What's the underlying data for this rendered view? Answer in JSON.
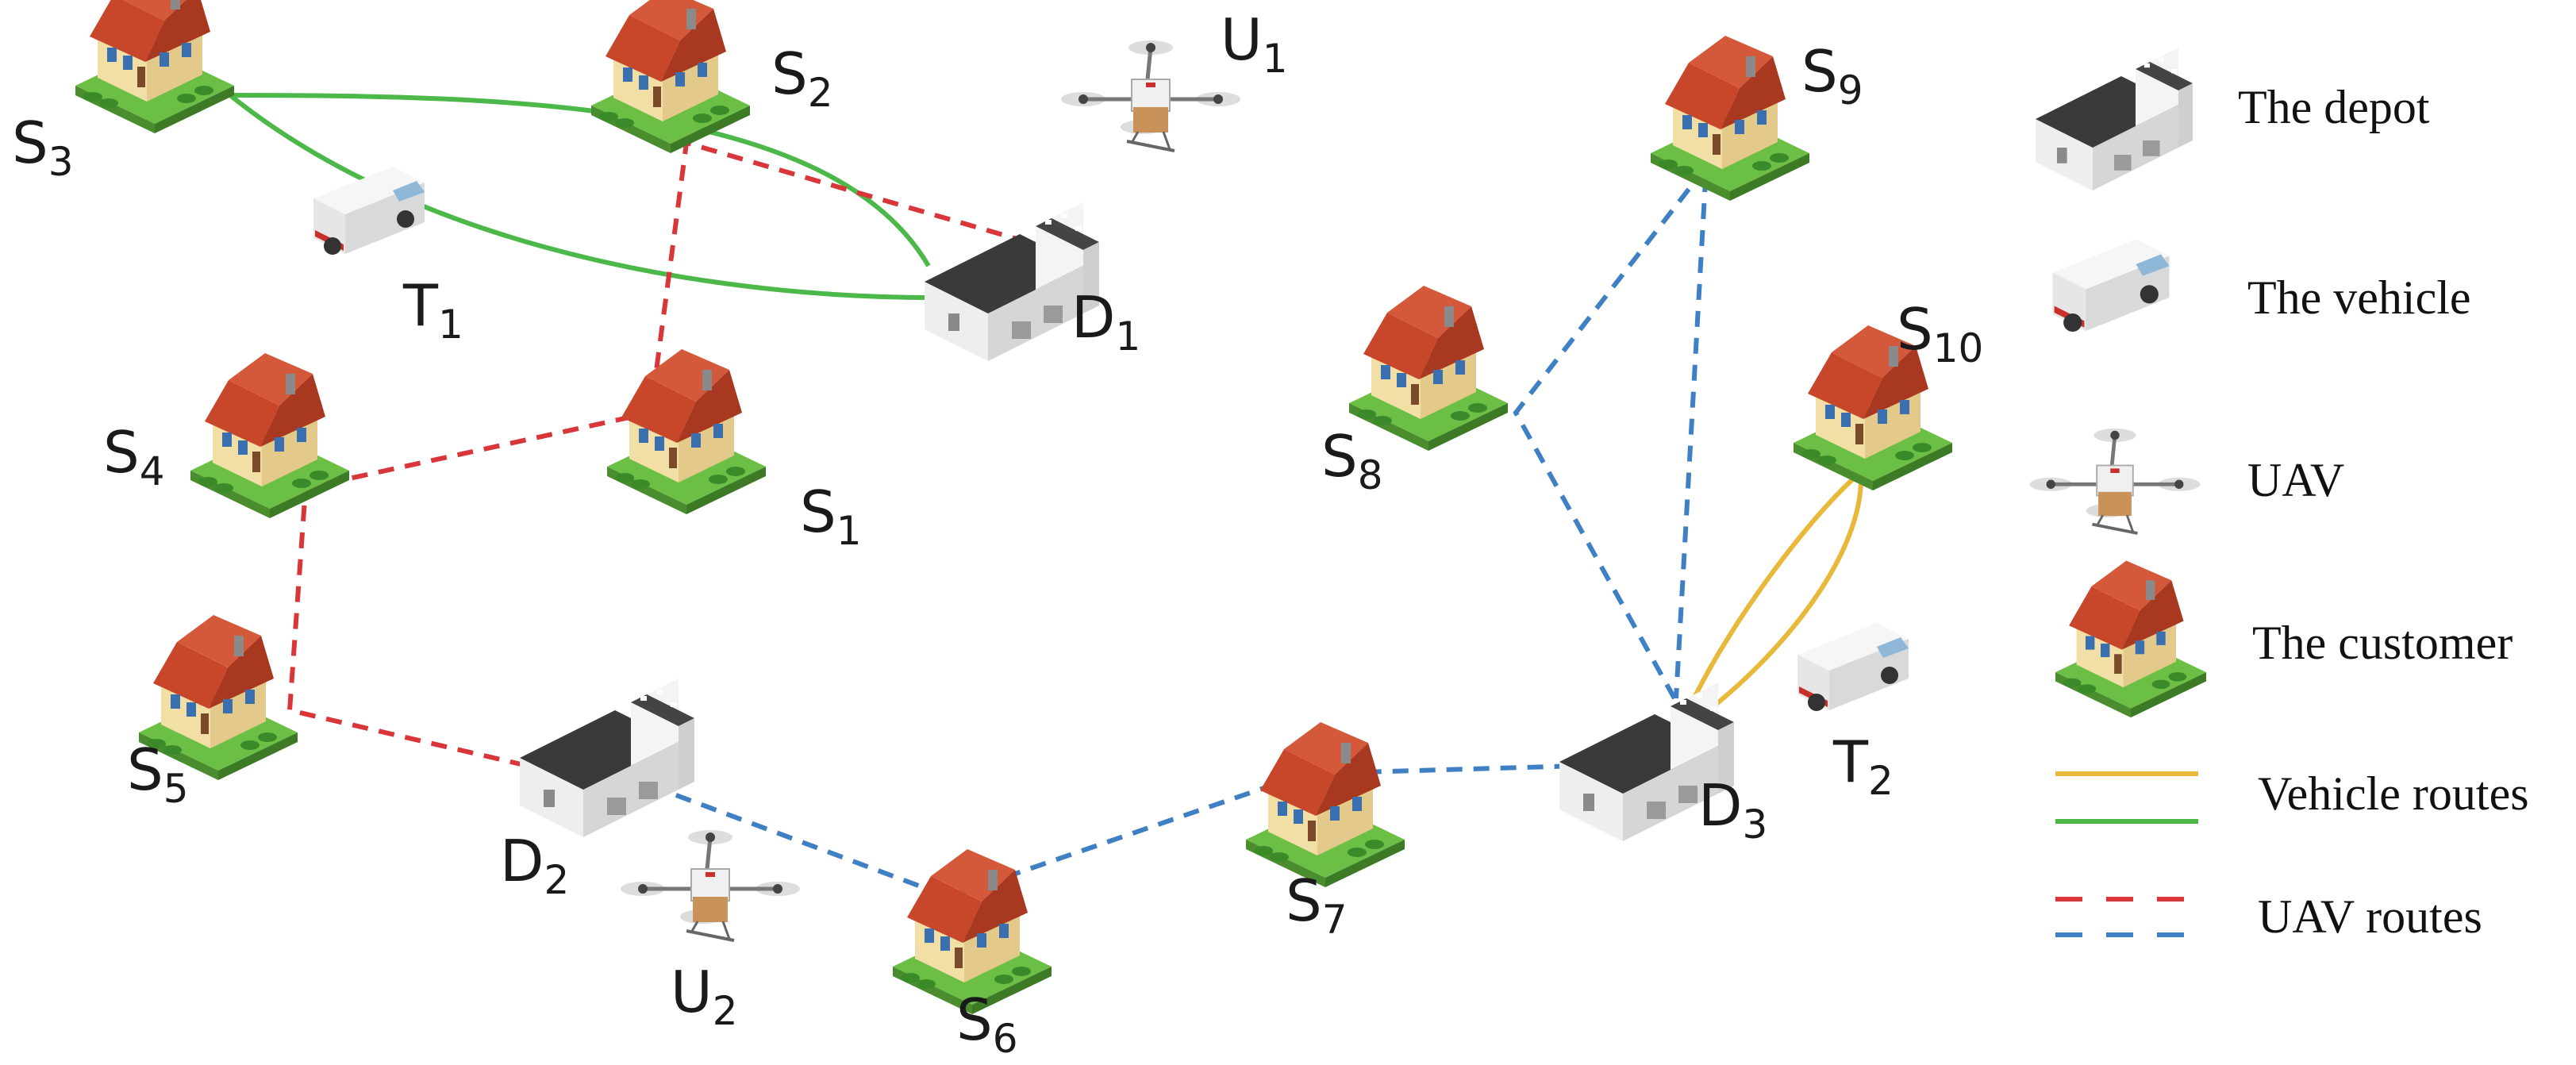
{
  "colors": {
    "vehicle_yellow": "#e8b83a",
    "vehicle_green": "#4cb84a",
    "uav_red": "#d9363a",
    "uav_blue": "#3f7fc4",
    "roof": "#c8472b",
    "wall": "#f2dfa6",
    "grass": "#6cbf45"
  },
  "labels": {
    "S1": {
      "main": "S",
      "sub": "1"
    },
    "S2": {
      "main": "S",
      "sub": "2"
    },
    "S3": {
      "main": "S",
      "sub": "3"
    },
    "S4": {
      "main": "S",
      "sub": "4"
    },
    "S5": {
      "main": "S",
      "sub": "5"
    },
    "S6": {
      "main": "S",
      "sub": "6"
    },
    "S7": {
      "main": "S",
      "sub": "7"
    },
    "S8": {
      "main": "S",
      "sub": "8"
    },
    "S9": {
      "main": "S",
      "sub": "9"
    },
    "S10": {
      "main": "S",
      "sub": "10"
    },
    "D1": {
      "main": "D",
      "sub": "1"
    },
    "D2": {
      "main": "D",
      "sub": "2"
    },
    "D3": {
      "main": "D",
      "sub": "3"
    },
    "T1": {
      "main": "T",
      "sub": "1"
    },
    "T2": {
      "main": "T",
      "sub": "2"
    },
    "U1": {
      "main": "U",
      "sub": "1"
    },
    "U2": {
      "main": "U",
      "sub": "2"
    }
  },
  "legend": {
    "depot": "The depot",
    "vehicle": "The vehicle",
    "uav": "UAV",
    "customer": "The customer",
    "vehicle_routes": "Vehicle routes",
    "uav_routes": "UAV routes"
  }
}
